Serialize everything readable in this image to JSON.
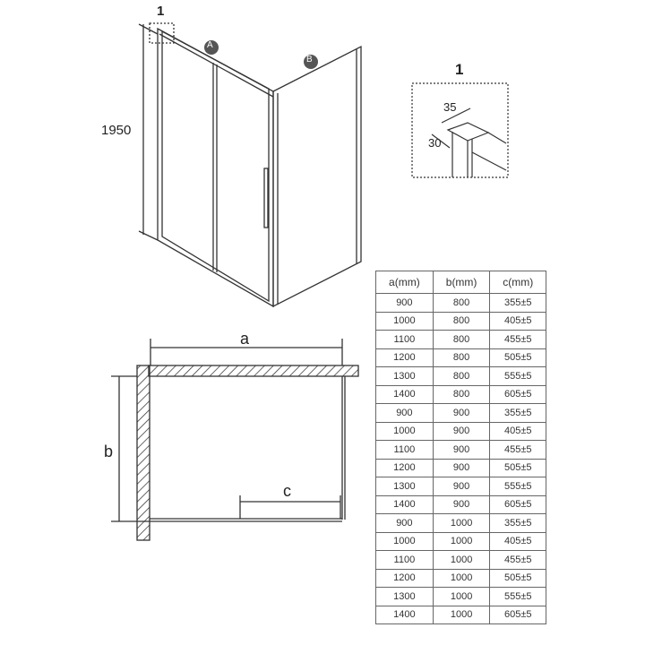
{
  "diagram": {
    "height_label": "1950",
    "detail_label": "1",
    "detail_dims": [
      "35",
      "30"
    ],
    "panel_labels": [
      "A",
      "B"
    ],
    "plan_dims": {
      "a": "a",
      "b": "b",
      "c": "c"
    }
  },
  "table": {
    "headers": [
      "a(mm)",
      "b(mm)",
      "c(mm)"
    ],
    "rows": [
      [
        "900",
        "800",
        "355±5"
      ],
      [
        "1000",
        "800",
        "405±5"
      ],
      [
        "1100",
        "800",
        "455±5"
      ],
      [
        "1200",
        "800",
        "505±5"
      ],
      [
        "1300",
        "800",
        "555±5"
      ],
      [
        "1400",
        "800",
        "605±5"
      ],
      [
        "900",
        "900",
        "355±5"
      ],
      [
        "1000",
        "900",
        "405±5"
      ],
      [
        "1100",
        "900",
        "455±5"
      ],
      [
        "1200",
        "900",
        "505±5"
      ],
      [
        "1300",
        "900",
        "555±5"
      ],
      [
        "1400",
        "900",
        "605±5"
      ],
      [
        "900",
        "1000",
        "355±5"
      ],
      [
        "1000",
        "1000",
        "405±5"
      ],
      [
        "1100",
        "1000",
        "455±5"
      ],
      [
        "1200",
        "1000",
        "505±5"
      ],
      [
        "1300",
        "1000",
        "555±5"
      ],
      [
        "1400",
        "1000",
        "605±5"
      ]
    ]
  }
}
